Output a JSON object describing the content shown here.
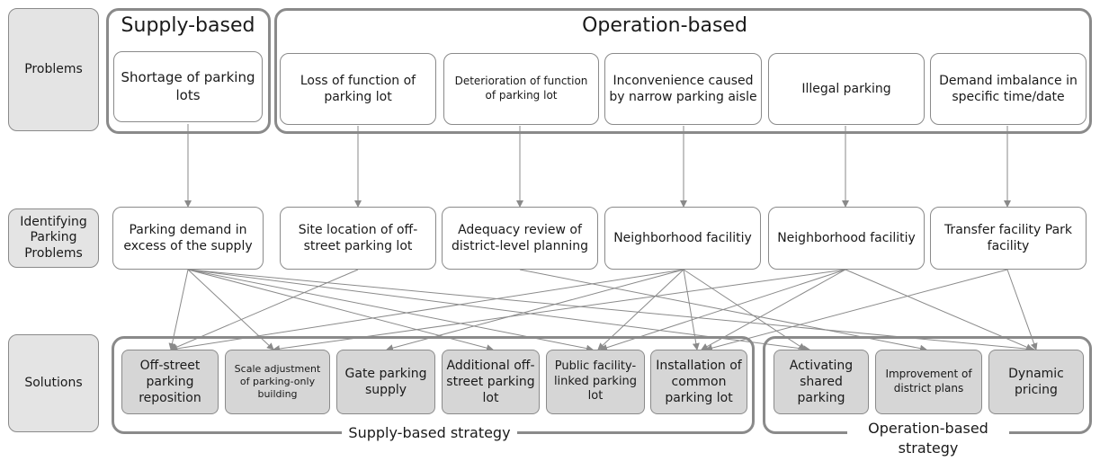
{
  "row_labels": {
    "problems": "Problems",
    "identifying": "Identifying Parking Problems",
    "solutions": "Solutions"
  },
  "groups": {
    "supply_title": "Supply-based",
    "operation_title": "Operation-based"
  },
  "problems": [
    "Shortage of parking lots",
    "Loss of function of parking lot",
    "Deterioration of function of parking lot",
    "Inconvenience caused by narrow parking aisle",
    "Illegal parking",
    "Demand imbalance in specific time/date"
  ],
  "identifying": [
    "Parking demand in excess of the supply",
    "Site location of off-street parking lot",
    "Adequacy review of district-level planning",
    "Neighborhood facilitiy",
    "Neighborhood facilitiy",
    "Transfer facility Park facility"
  ],
  "solutions": [
    "Off-street parking reposition",
    "Scale adjustment of parking-only building",
    "Gate parking supply",
    "Additional off-street parking lot",
    "Public facility-linked parking lot",
    "Installation of common parking lot",
    "Activating shared parking",
    "Improvement of district plans",
    "Dynamic pricing"
  ],
  "strategies": {
    "supply": "Supply-based strategy",
    "operation": "Operation-based strategy"
  },
  "colors": {
    "border": "#8a8a8a",
    "solution_fill": "#d6d6d6",
    "label_fill": "#e4e4e4"
  }
}
